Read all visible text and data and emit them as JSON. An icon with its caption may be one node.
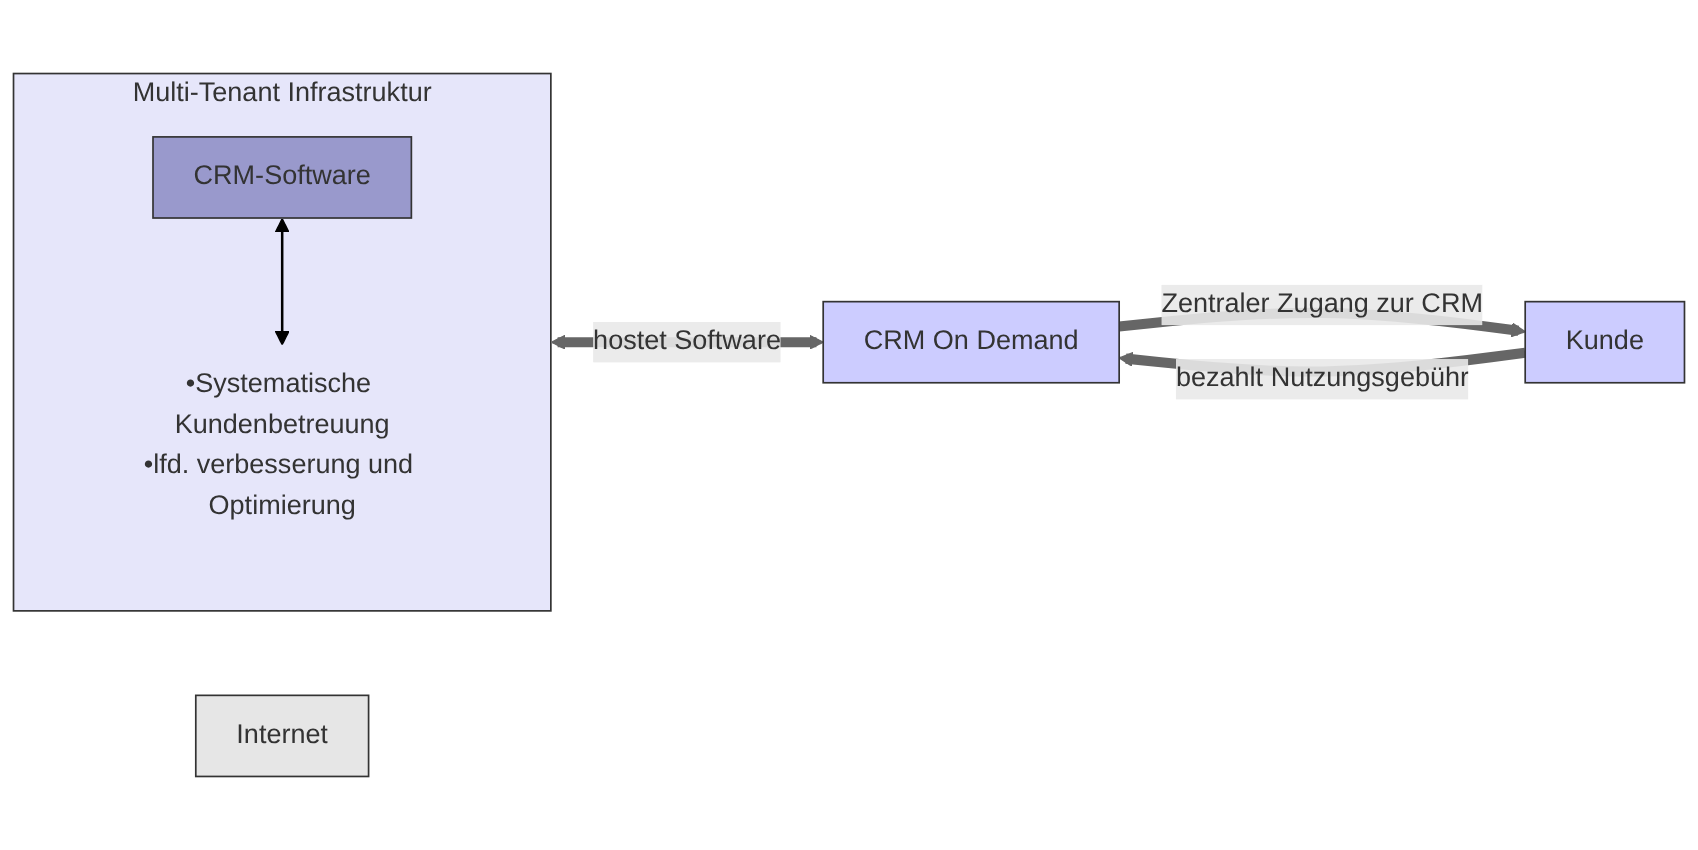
{
  "diagram": {
    "nodes": [
      {
        "text": [
          "Multi-Tenant Infrastruktur"
        ]
      },
      {
        "text": [
          "CRM-Software"
        ],
        "in": 0
      },
      {
        "text": [
          "•Systematische Kundenbetreuung",
          "•lfd. verbesserung und Optimierung"
        ],
        "in": 0
      },
      {
        "text": [
          "Internet"
        ]
      },
      {
        "text": [
          "CRM On Demand"
        ]
      },
      {
        "text": [
          "Kunde"
        ]
      }
    ],
    "edges": [
      {
        "from": 1,
        "to": 2,
        "arrow": "both",
        "color": "#000000"
      },
      {
        "from": 0,
        "to": 4,
        "arrow": "both",
        "label": "hostet Software"
      },
      {
        "from": 5,
        "to": 4,
        "arrow": "to",
        "label": "bezahlt Nutzungsgebühr"
      },
      {
        "from": 4,
        "to": 5,
        "arrow": "to",
        "label": "Zentraler Zugang zur CRM"
      }
    ]
  }
}
